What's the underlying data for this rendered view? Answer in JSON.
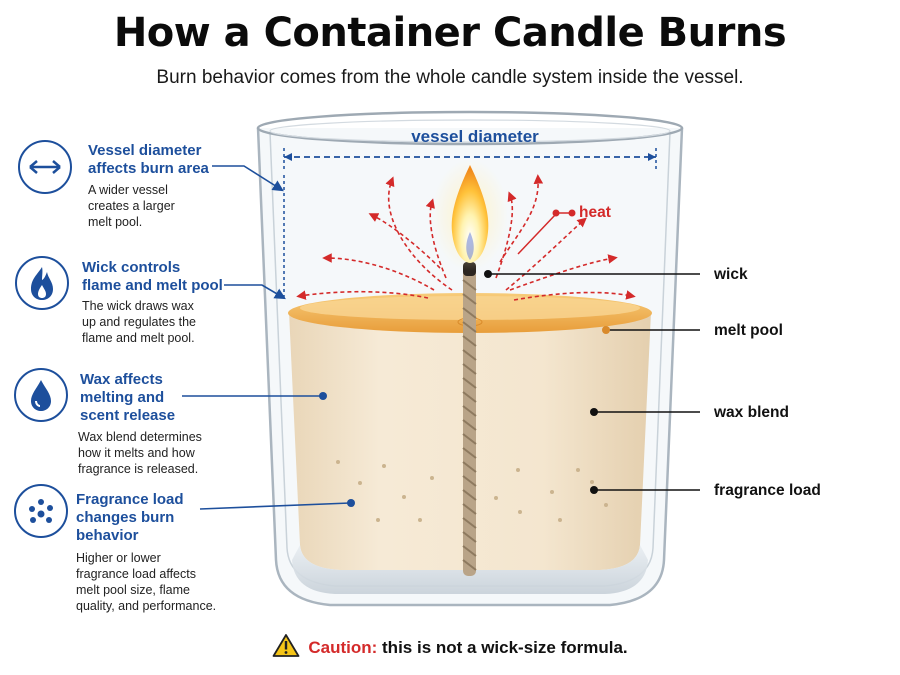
{
  "title": "How a Container Candle Burns",
  "subtitle": "Burn behavior comes from the whole candle system inside the vessel.",
  "features": [
    {
      "icon": "double-arrow-icon",
      "title": [
        "Vessel diameter",
        "affects burn area"
      ],
      "desc": [
        "A wider vessel",
        "creates a larger",
        "melt pool."
      ]
    },
    {
      "icon": "flame-icon",
      "title": [
        "Wick controls",
        "flame and melt pool"
      ],
      "desc": [
        "The wick draws wax",
        "up and regulates the",
        "flame and melt pool."
      ]
    },
    {
      "icon": "water-drop-icon",
      "title": [
        "Wax affects",
        "melting and",
        "scent release"
      ],
      "desc": [
        "Wax blend determines",
        "how it melts and how",
        "fragrance is released."
      ]
    },
    {
      "icon": "dots-icon",
      "title": [
        "Fragrance load",
        "changes burn",
        "behavior"
      ],
      "desc": [
        "Higher or lower",
        "fragrance load affects",
        "melt pool size, flame",
        "quality, and performance."
      ]
    }
  ],
  "labels": {
    "vessel_diameter": "vessel diameter",
    "heat": "heat",
    "wick": "wick",
    "melt_pool": "melt pool",
    "wax_blend": "wax blend",
    "fragrance_load": "fragrance load"
  },
  "caution": {
    "label": "Caution:",
    "text": " this is not a wick-size formula."
  },
  "colors": {
    "accent_blue": "#1d4f9c",
    "heat_red": "#d42a2a",
    "wax": "#f4e6cf",
    "melt_pool": "#f0b45a"
  }
}
